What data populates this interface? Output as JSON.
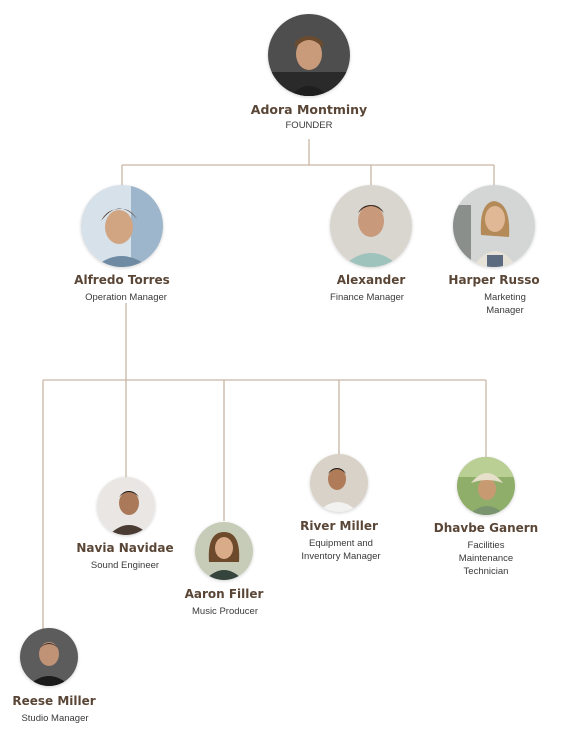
{
  "colors": {
    "connector": "#c9b7a6",
    "name": "#5a4636",
    "role": "#3a3a3a"
  },
  "people": {
    "founder": {
      "name": "Adora Montminy",
      "title": "FOUNDER",
      "avatar": "founder-photo"
    },
    "alfredo": {
      "name": "Alfredo Torres",
      "title": "Operation Manager",
      "avatar": "alfredo-photo"
    },
    "alexander": {
      "name": "Alexander",
      "title": "Finance Manager",
      "avatar": "alexander-photo"
    },
    "harper": {
      "name": "Harper Russo",
      "title": "Marketing Manager",
      "avatar": "harper-photo"
    },
    "navia": {
      "name": "Navia Navidae",
      "title": "Sound Engineer",
      "avatar": "navia-photo"
    },
    "aaron": {
      "name": "Aaron Filler",
      "title": "Music Producer",
      "avatar": "aaron-photo"
    },
    "river": {
      "name": "River Miller",
      "title": "Equipment and\nInventory Manager",
      "avatar": "river-photo"
    },
    "dhavbe": {
      "name": "Dhavbe Ganern",
      "title": "Facilities\nMaintenance\nTechnician",
      "avatar": "dhavbe-photo"
    },
    "reese": {
      "name": "Reese Miller",
      "title": "Studio Manager",
      "avatar": "reese-photo"
    }
  }
}
